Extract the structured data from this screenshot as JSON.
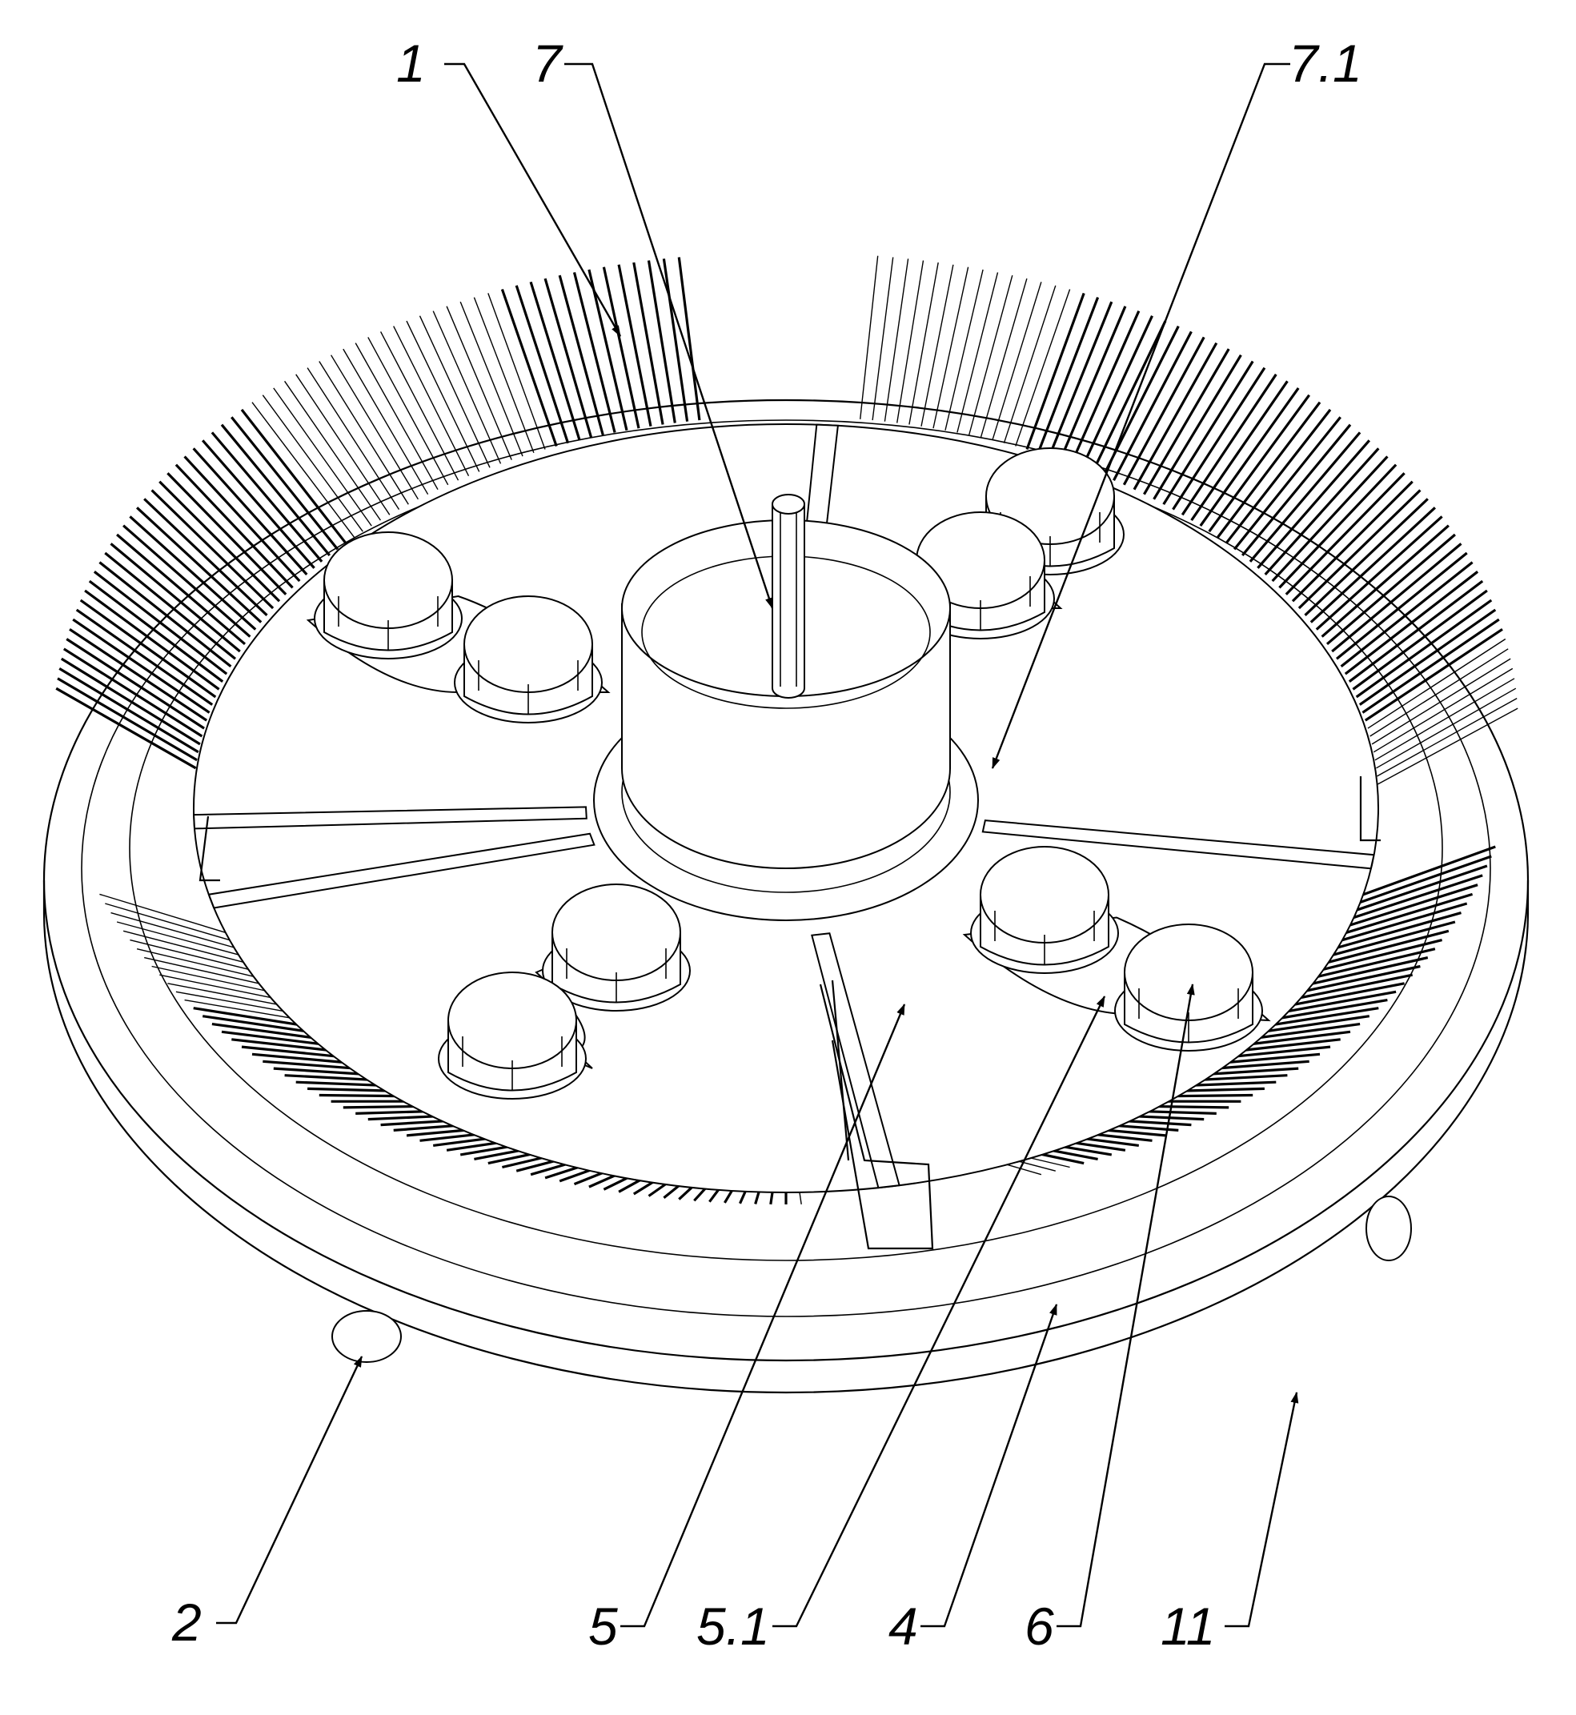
{
  "labels": {
    "l1": "1",
    "l7": "7",
    "l71": "7.1",
    "l2": "2",
    "l5": "5",
    "l51": "5.1",
    "l4": "4",
    "l6": "6",
    "l11": "11"
  }
}
